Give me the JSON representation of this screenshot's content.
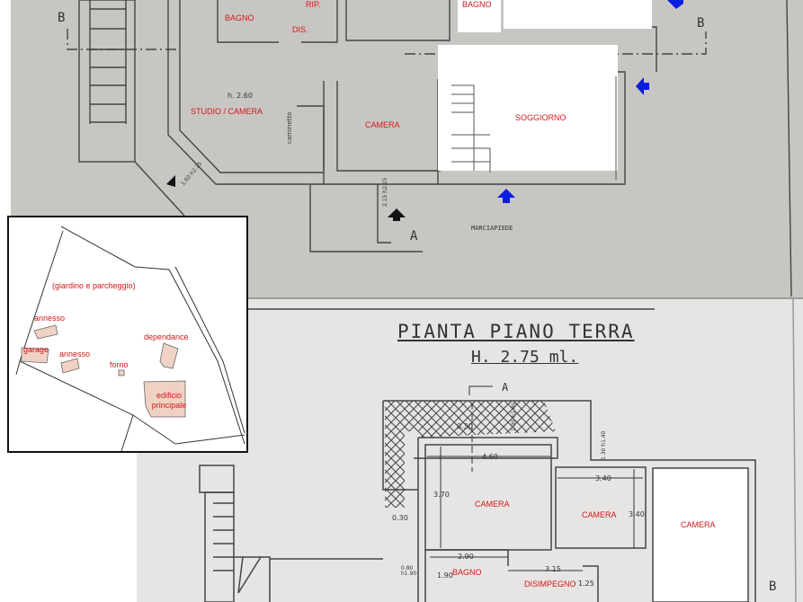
{
  "upper_plan": {
    "section_marks": [
      "B",
      "B",
      "A"
    ],
    "height_label": "h. 2.60",
    "rooms": [
      "BAGNO",
      "RIP.",
      "DIS.",
      "STUDIO / CAMERA",
      "CAMERA",
      "SOGGIORNO",
      "BAGNO"
    ],
    "fireplace_label": "caminetto",
    "opening_labels": [
      "1.60 h2.25",
      "2.15 h2.25"
    ],
    "outside_label": "MARCIAPIEDE",
    "arrow_colors": {
      "entrance": "#111111",
      "view": "#0a1ee0"
    }
  },
  "site_map": {
    "labels": [
      "(giardino e parcheggio)",
      "annesso",
      "garage",
      "annesso",
      "forno",
      "dependance",
      "edificio principale"
    ],
    "building_color": "#f0d2c4"
  },
  "lower_plan": {
    "title": "PIANTA  PIANO  TERRA",
    "subtitle": "H. 2.75 ml.",
    "section_marks": [
      "A",
      "B"
    ],
    "rooms": [
      "CAMERA",
      "CAMERA",
      "CAMERA",
      "BAGNO",
      "DISIMPEGNO"
    ],
    "dimensions": [
      "0.30",
      "4.60",
      "3.70",
      "0.30",
      "3.40",
      "3.40",
      "2.90",
      "1.90",
      "3.15",
      "1.25",
      "0.80 h1.90",
      "1.30 h1.40",
      "1.30 h1.40"
    ]
  }
}
